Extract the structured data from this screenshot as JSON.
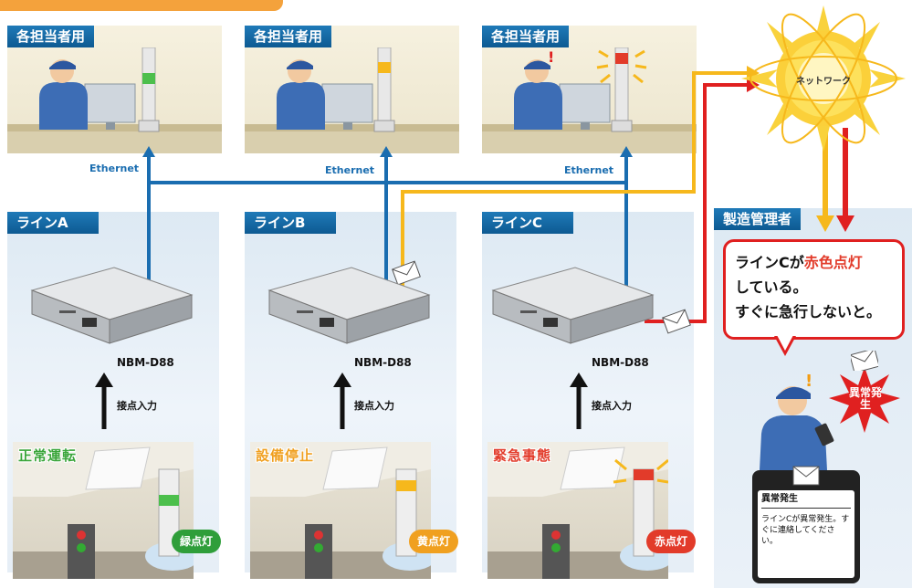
{
  "header": {
    "panel_title_1": "各担当者用",
    "panel_title_2": "各担当者用",
    "panel_title_3": "各担当者用"
  },
  "ethernet_labels": [
    "Ethernet",
    "Ethernet",
    "Ethernet"
  ],
  "network": {
    "label": "ネットワーク"
  },
  "lines": [
    {
      "tag": "ラインA",
      "device": "NBM-D88",
      "input": "接点入力",
      "status": "正常運転",
      "lamp": "緑点灯",
      "status_color": "#3aa53a",
      "lamp_color": "#2f9e3a"
    },
    {
      "tag": "ラインB",
      "device": "NBM-D88",
      "input": "接点入力",
      "status": "設備停止",
      "lamp": "黄点灯",
      "status_color": "#f0a020",
      "lamp_color": "#f0a020"
    },
    {
      "tag": "ラインC",
      "device": "NBM-D88",
      "input": "接点入力",
      "status": "緊急事態",
      "lamp": "赤点灯",
      "status_color": "#e23b2a",
      "lamp_color": "#e23b2a"
    }
  ],
  "manager": {
    "tag": "製造管理者",
    "bubble_part1": "ラインCが",
    "bubble_highlight": "赤色点灯",
    "bubble_line2": "している。",
    "bubble_line3": "すぐに急行しないと。",
    "burst_text": "異常発生",
    "phone_title": "異常発生",
    "phone_body": "ラインCが異常発生。すぐに連絡してください。"
  },
  "colors": {
    "ethernet": "#1a6db0",
    "yellow_path": "#f6b81c",
    "red_path": "#e02020",
    "tag_blue": "#1569a8"
  }
}
